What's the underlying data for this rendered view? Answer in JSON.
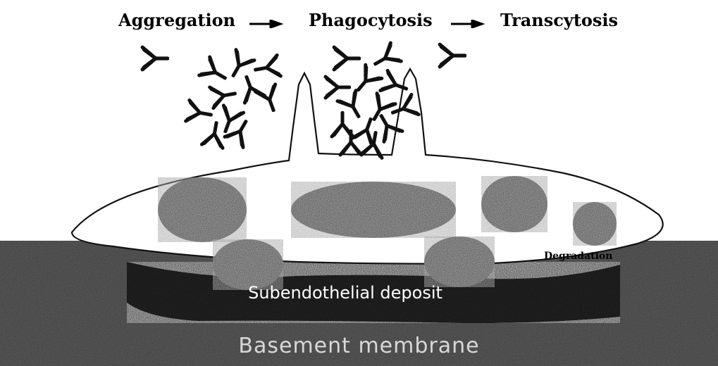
{
  "header": {
    "steps": [
      "Aggregation",
      "Phagocytosis",
      "Transcytosis"
    ]
  },
  "labels": {
    "degradation": "Degradation",
    "deposit": "Subendothelial deposit",
    "membrane": "Basement membrane"
  },
  "colors": {
    "background": "#ffffff",
    "ink": "#000000",
    "granules": "#1e1e1e",
    "basement_membrane": "#4a4a4a",
    "cell_fill": "#ffffff"
  },
  "icons": {
    "antibody": "y-shaped-antibody-icon",
    "arrow": "right-arrow-icon"
  }
}
